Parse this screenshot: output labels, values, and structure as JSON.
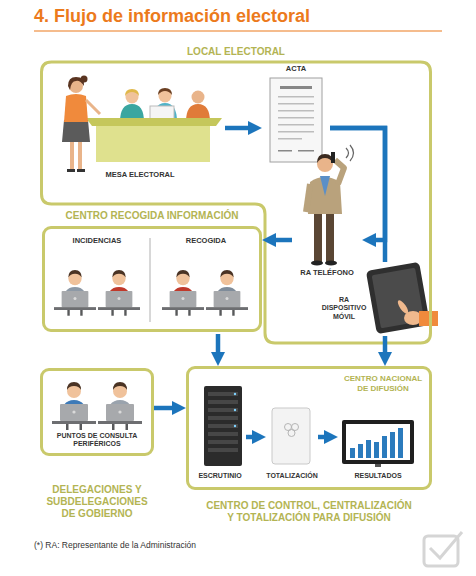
{
  "diagram": {
    "title": "4. Flujo de información electoral",
    "nodes": [
      {
        "text": [
          "LOCAL ELECTORAL"
        ]
      },
      {
        "text": [
          "MESA ELECTORAL"
        ],
        "in": 0
      },
      {
        "text": [
          "ACTA"
        ],
        "in": 0
      },
      {
        "text": [
          "CENTRO RECOGIDA INFORMACIÓN"
        ]
      },
      {
        "text": [
          "INCIDENCIAS"
        ],
        "in": 3
      },
      {
        "text": [
          "RECOGIDA"
        ],
        "in": 3
      },
      {
        "text": [
          "RA TELÉFONO"
        ],
        "in": 0
      },
      {
        "text": [
          "RA DISPOSITIVO MÓVIL"
        ],
        "in": 0
      },
      {
        "text": [
          "PUNTOS DE CONSULTA PERIFÉRICOS",
          "DELEGACIONES Y SUBDELEGACIONES DE GOBIERNO"
        ]
      },
      {
        "text": [
          "CENTRO NACIONAL DE DIFUSIÓN",
          "CENTRO DE CONTROL, CENTRALIZACIÓN Y TOTALIZACIÓN PARA DIFUSIÓN"
        ]
      },
      {
        "text": [
          "ESCRUTINIO"
        ],
        "in": 9
      },
      {
        "text": [
          "TOTALIZACIÓN"
        ],
        "in": 9
      },
      {
        "text": [
          "RESULTADOS"
        ],
        "in": 9
      }
    ],
    "edges": [
      {
        "from": 1,
        "to": 2,
        "arrow": "to"
      },
      {
        "from": 2,
        "to": 6,
        "arrow": "to"
      },
      {
        "from": 2,
        "to": 7,
        "arrow": "none"
      },
      {
        "from": 6,
        "to": 3,
        "arrow": "to"
      },
      {
        "from": 7,
        "to": 9,
        "arrow": "to"
      },
      {
        "from": 3,
        "to": 9,
        "arrow": "to"
      },
      {
        "from": 8,
        "to": 9,
        "arrow": "to"
      },
      {
        "from": 10,
        "to": 11,
        "arrow": "to"
      },
      {
        "from": 11,
        "to": 12,
        "arrow": "to"
      }
    ],
    "labels": [
      "(*) RA: Representante de la Administración"
    ]
  }
}
